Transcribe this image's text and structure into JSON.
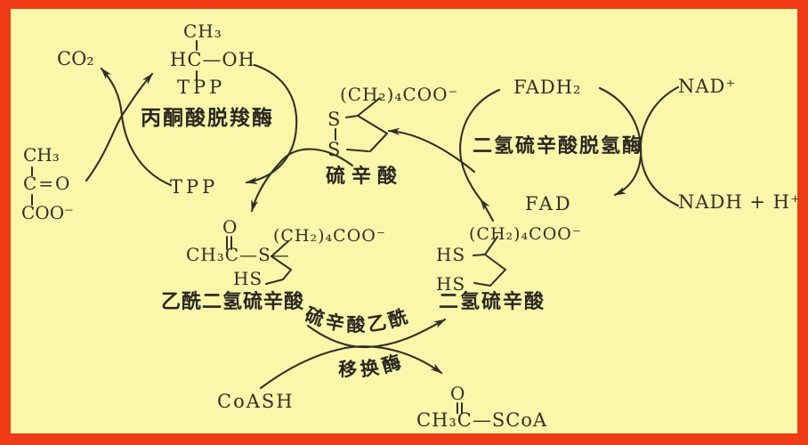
{
  "palette": {
    "background": "#FAF6AA",
    "border": "#EE3B15",
    "ink": "#332F26"
  },
  "left_cycle": {
    "enzyme": "丙酮酸脱羧酶",
    "co2": "CO₂",
    "intermediate": {
      "line1": "CH₃",
      "line2": "HC—OH",
      "line3": "TPP"
    },
    "pyruvate": {
      "line1": "CH₃",
      "line2": "C=O",
      "line3": "COO⁻"
    },
    "cofactor": "TPP"
  },
  "lipoate": {
    "formula": "(CH₂)₄COO⁻",
    "s_top": "S",
    "s_bottom": "S",
    "name": "硫辛酸"
  },
  "right_cycle": {
    "enzyme": "二氢硫辛酸脱氢酶",
    "fadh2": "FADH₂",
    "fad": "FAD",
    "nad_plus": "NAD⁺",
    "nadh": "NADH + H⁺"
  },
  "acetyl_dihydrolipoate": {
    "o": "O",
    "acetyl": "CH₃C—S—",
    "chain": "(CH₂)₄COO⁻",
    "hs": "HS",
    "name": "乙酰二氢硫辛酸"
  },
  "dihydrolipoate": {
    "chain": "(CH₂)₄COO⁻",
    "hs_top": "HS",
    "hs_bottom": "HS",
    "name": "二氢硫辛酸"
  },
  "transacetylase": {
    "name_line1": "硫辛酸乙酰",
    "name_line2": "移换酶",
    "coash": "CoASH"
  },
  "acetyl_coa": {
    "o": "O",
    "formula": "CH₃C—SCoA"
  }
}
